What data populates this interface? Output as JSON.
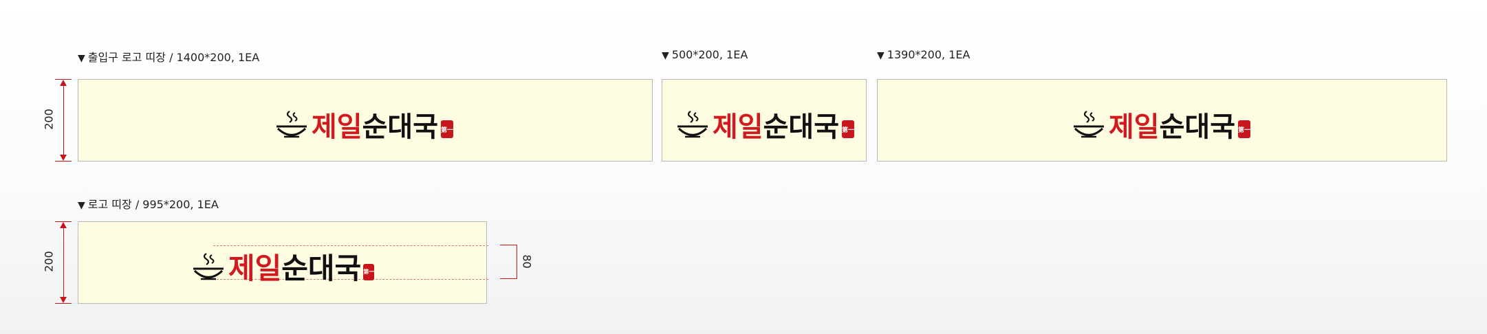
{
  "sections": {
    "entrance": {
      "label": "출입구 로고 띠장 / 1400*200, 1EA"
    },
    "small": {
      "label": "500*200, 1EA"
    },
    "wide": {
      "label": "1390*200, 1EA"
    },
    "logo_band": {
      "label": "로고 띠장 / 995*200, 1EA"
    }
  },
  "marker": "▼",
  "logo": {
    "red_text": "제일",
    "black_text": "순대국",
    "seal_text": "第一"
  },
  "dimensions": {
    "height_top": "200",
    "height_bottom": "200",
    "logo_height": "80"
  },
  "colors": {
    "panel_bg": "#fefde2",
    "accent_red": "#d11a1f",
    "dimension_red": "#c4161c"
  }
}
